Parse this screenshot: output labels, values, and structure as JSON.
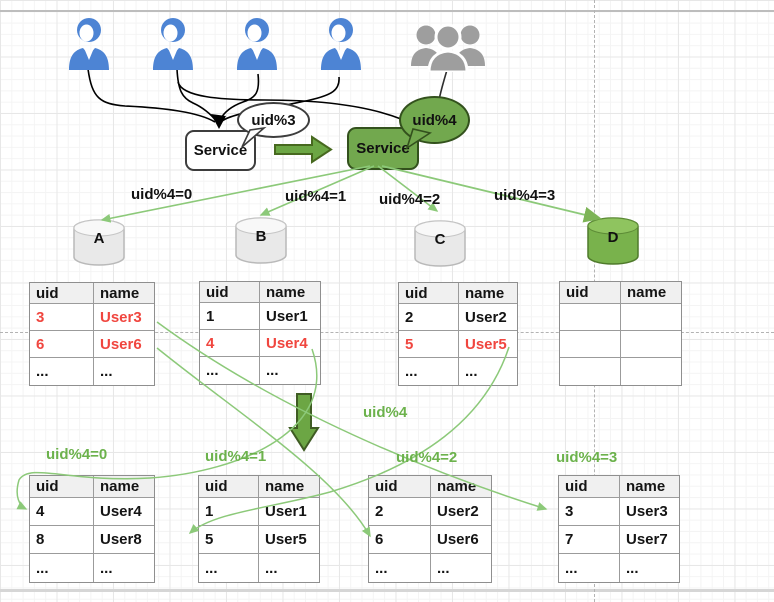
{
  "legacy_flow": {
    "service_label": "Service",
    "callout_label": "uid%3"
  },
  "new_flow": {
    "service_label": "Service",
    "callout_label": "uid%4"
  },
  "migration": {
    "label": "uid%4"
  },
  "shard_arrows": [
    {
      "label": "uid%4=0"
    },
    {
      "label": "uid%4=1"
    },
    {
      "label": "uid%4=2"
    },
    {
      "label": "uid%4=3"
    }
  ],
  "databases": [
    {
      "name": "A"
    },
    {
      "name": "B"
    },
    {
      "name": "C"
    },
    {
      "name": "D"
    }
  ],
  "top_tables": [
    {
      "db": "A",
      "headers": [
        "uid",
        "name"
      ],
      "rows": [
        [
          "3",
          "User3"
        ],
        [
          "6",
          "User6"
        ],
        [
          "...",
          "..."
        ]
      ]
    },
    {
      "db": "B",
      "headers": [
        "uid",
        "name"
      ],
      "rows": [
        [
          "1",
          "User1"
        ],
        [
          "4",
          "User4"
        ],
        [
          "...",
          "..."
        ]
      ]
    },
    {
      "db": "C",
      "headers": [
        "uid",
        "name"
      ],
      "rows": [
        [
          "2",
          "User2"
        ],
        [
          "5",
          "User5"
        ],
        [
          "...",
          "..."
        ]
      ]
    },
    {
      "db": "D",
      "headers": [
        "uid",
        "name"
      ],
      "rows": [
        [
          "",
          ""
        ],
        [
          "",
          ""
        ],
        [
          "",
          ""
        ]
      ]
    }
  ],
  "bottom_tables": [
    {
      "label": "uid%4=0",
      "headers": [
        "uid",
        "name"
      ],
      "rows": [
        [
          "4",
          "User4"
        ],
        [
          "8",
          "User8"
        ],
        [
          "...",
          "..."
        ]
      ]
    },
    {
      "label": "uid%4=1",
      "headers": [
        "uid",
        "name"
      ],
      "rows": [
        [
          "1",
          "User1"
        ],
        [
          "5",
          "User5"
        ],
        [
          "...",
          "..."
        ]
      ]
    },
    {
      "label": "uid%4=2",
      "headers": [
        "uid",
        "name"
      ],
      "rows": [
        [
          "2",
          "User2"
        ],
        [
          "6",
          "User6"
        ],
        [
          "...",
          "..."
        ]
      ]
    },
    {
      "label": "uid%4=3",
      "headers": [
        "uid",
        "name"
      ],
      "rows": [
        [
          "3",
          "User3"
        ],
        [
          "7",
          "User7"
        ],
        [
          "...",
          "..."
        ]
      ]
    }
  ],
  "icons": {
    "blue_user": "user-icon",
    "gray_group": "users-group-icon",
    "database": "database-cylinder-icon"
  },
  "colors": {
    "user_blue": "#4d84d4",
    "group_gray": "#9e9e9e",
    "green_fill": "#72a84e",
    "green_border": "#33511d",
    "green_connector": "#8cc979",
    "green_label": "#6cb24c",
    "highlight_red": "#f0463f",
    "flow_black": "#000000",
    "grid_gray": "#e7e7e7"
  }
}
